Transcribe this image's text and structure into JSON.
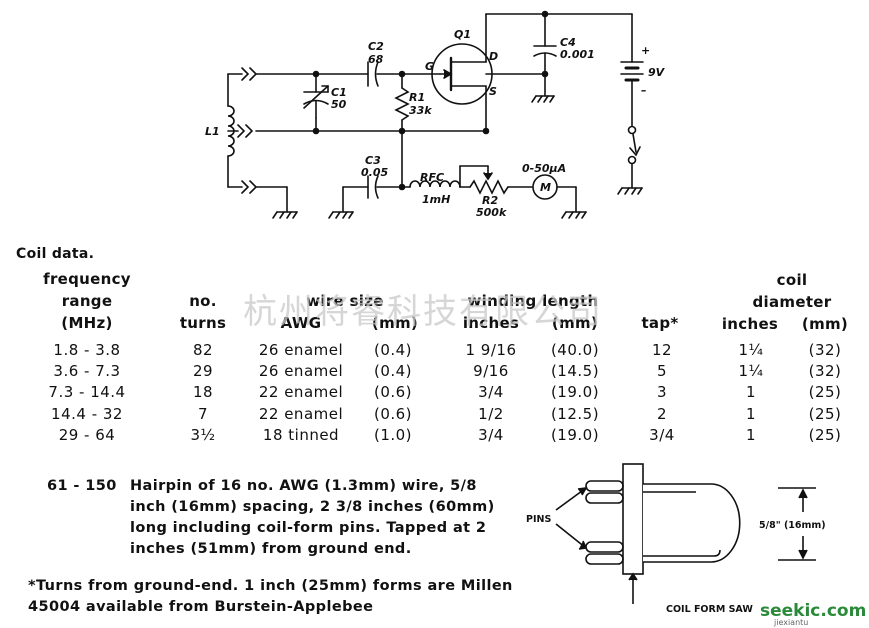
{
  "schematic": {
    "labels": {
      "q1": "Q1",
      "g": "G",
      "d": "D",
      "s": "S",
      "c2": "C2",
      "c2v": "68",
      "c1": "C1",
      "c1v": "50",
      "r1": "R1",
      "r1v": "33k",
      "c4": "C4",
      "c4v": "0.001",
      "batt_plus": "+",
      "batt_v": "9V",
      "batt_minus": "–",
      "l1": "L1",
      "c3": "C3",
      "c3v": "0.05",
      "rfc": "RFC",
      "rfcv": "1mH",
      "r2": "R2",
      "r2v": "500k",
      "meter_range": "0-50μA",
      "meter": "M"
    }
  },
  "table": {
    "title": "Coil data.",
    "headers": {
      "freq": [
        "frequency",
        "range",
        "(MHz)"
      ],
      "turns": [
        "no.",
        "turns"
      ],
      "wire_group": "wire size",
      "wire_awg": "AWG",
      "wire_mm": "(mm)",
      "wind_group": "winding length",
      "wind_in": "inches",
      "wind_mm": "(mm)",
      "tap": "tap*",
      "coil_group": [
        "coil",
        "diameter"
      ],
      "coil_in": "inches",
      "coil_mm": "(mm)"
    },
    "rows": [
      {
        "freq": "1.8 - 3.8",
        "turns": "82",
        "awg": "26 enamel",
        "wmm": "(0.4)",
        "win": "1 9/16",
        "wlmm": "(40.0)",
        "tap": "12",
        "cin": "1¼",
        "cmm": "(32)"
      },
      {
        "freq": "3.6 - 7.3",
        "turns": "29",
        "awg": "26 enamel",
        "wmm": "(0.4)",
        "win": "9/16",
        "wlmm": "(14.5)",
        "tap": "5",
        "cin": "1¼",
        "cmm": "(32)"
      },
      {
        "freq": "7.3 - 14.4",
        "turns": "18",
        "awg": "22 enamel",
        "wmm": "(0.6)",
        "win": "3/4",
        "wlmm": "(19.0)",
        "tap": "3",
        "cin": "1",
        "cmm": "(25)"
      },
      {
        "freq": "14.4 - 32",
        "turns": "7",
        "awg": "22 enamel",
        "wmm": "(0.6)",
        "win": "1/2",
        "wlmm": "(12.5)",
        "tap": "2",
        "cin": "1",
        "cmm": "(25)"
      },
      {
        "freq": "29 - 64",
        "turns": "3½",
        "awg": "18 tinned",
        "wmm": "(1.0)",
        "win": "3/4",
        "wlmm": "(19.0)",
        "tap": "3/4",
        "cin": "1",
        "cmm": "(25)"
      }
    ]
  },
  "hairpin": {
    "range": "61 - 150",
    "lines": [
      "Hairpin of 16 no. AWG (1.3mm) wire, 5/8",
      "inch (16mm) spacing, 2 3/8 inches (60mm)",
      "long including coil-form pins. Tapped at 2",
      "inches (51mm) from ground end."
    ]
  },
  "footnote": [
    "*Turns from ground-end. 1 inch (25mm) forms are Millen",
    "45004 available from Burstein-Applebee"
  ],
  "coil_form": {
    "pins_label": "PINS",
    "spacing_label": "5/8\" (16mm)",
    "caption": "COIL FORM SAW"
  },
  "watermarks": {
    "cn": "杭州将睿科技有限公司",
    "site": "seekic.com",
    "site_sub": "jiexiantu"
  }
}
